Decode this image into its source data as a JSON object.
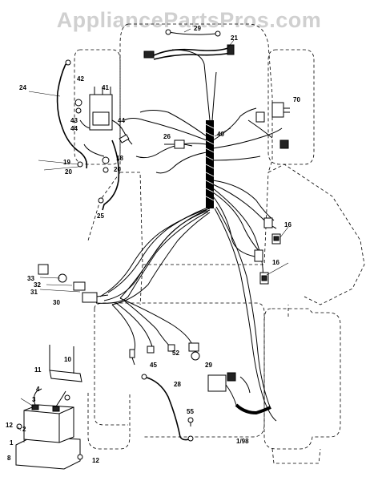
{
  "watermark": "AppliancePartsPros.com",
  "date_code": "1/98",
  "callouts": [
    {
      "id": "c21",
      "label": "21"
    },
    {
      "id": "c29",
      "label": "29"
    },
    {
      "id": "c24",
      "label": "24"
    },
    {
      "id": "c42",
      "label": "42"
    },
    {
      "id": "c41",
      "label": "41"
    },
    {
      "id": "c43",
      "label": "43"
    },
    {
      "id": "c44a",
      "label": "44"
    },
    {
      "id": "c44b",
      "label": "44"
    },
    {
      "id": "c19",
      "label": "19"
    },
    {
      "id": "c20a",
      "label": "20"
    },
    {
      "id": "c18",
      "label": "18"
    },
    {
      "id": "c20b",
      "label": "20"
    },
    {
      "id": "c25",
      "label": "25"
    },
    {
      "id": "c26",
      "label": "26"
    },
    {
      "id": "c40",
      "label": "40"
    },
    {
      "id": "c70",
      "label": "70"
    },
    {
      "id": "c16a",
      "label": "16"
    },
    {
      "id": "c16b",
      "label": "16"
    },
    {
      "id": "c33",
      "label": "33"
    },
    {
      "id": "c32",
      "label": "32"
    },
    {
      "id": "c31",
      "label": "31"
    },
    {
      "id": "c30",
      "label": "30"
    },
    {
      "id": "c10",
      "label": "10"
    },
    {
      "id": "c11",
      "label": "11"
    },
    {
      "id": "c4",
      "label": "4"
    },
    {
      "id": "c3",
      "label": "3"
    },
    {
      "id": "c12a",
      "label": "12"
    },
    {
      "id": "c2",
      "label": "2"
    },
    {
      "id": "c1",
      "label": "1"
    },
    {
      "id": "c8",
      "label": "8"
    },
    {
      "id": "c12b",
      "label": "12"
    },
    {
      "id": "c52",
      "label": "52"
    },
    {
      "id": "c45",
      "label": "45"
    },
    {
      "id": "c28",
      "label": "28"
    },
    {
      "id": "c29b",
      "label": "29"
    },
    {
      "id": "c55",
      "label": "55"
    }
  ]
}
